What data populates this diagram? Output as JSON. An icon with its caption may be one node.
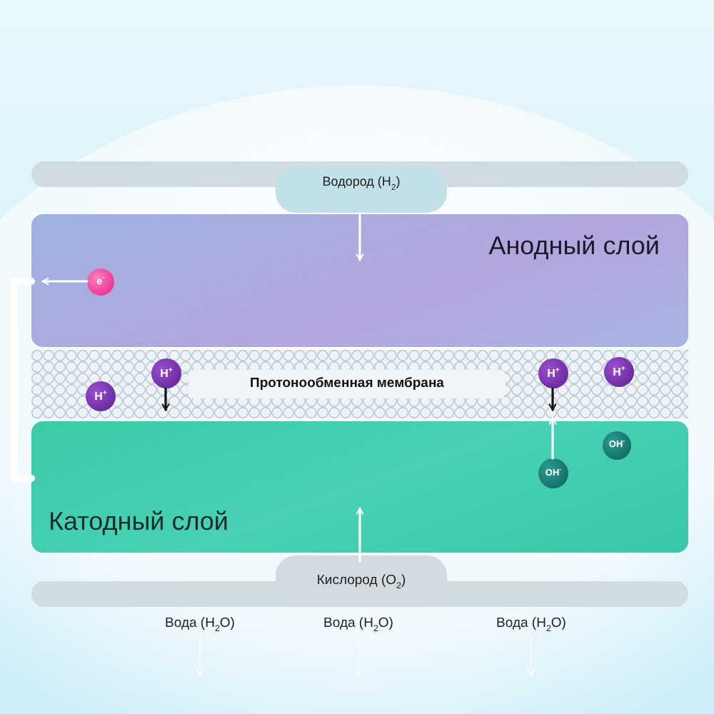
{
  "diagram": {
    "nodes": [
      {
        "text": [
          "Водород (H$_{2}$)"
        ]
      },
      {
        "text": [
          "Анодный слой"
        ]
      },
      {
        "text": [
          "e$^{-}$"
        ],
        "in": 1
      },
      {
        "text": [
          "Протонообменная мембрана"
        ]
      },
      {
        "text": [
          "H$^{+}$"
        ],
        "in": 3
      },
      {
        "text": [
          "H$^{+}$"
        ],
        "in": 3
      },
      {
        "text": [
          "H$^{+}$"
        ],
        "in": 3
      },
      {
        "text": [
          "H$^{+}$"
        ],
        "in": 3
      },
      {
        "text": [
          "Катодный слой"
        ]
      },
      {
        "text": [
          "OH$^{-}$"
        ],
        "in": 8
      },
      {
        "text": [
          "OH$^{-}$"
        ],
        "in": 8
      },
      {
        "text": [
          "Кислород (O$_{2}$)"
        ]
      },
      {
        "text": [
          "Вода (H$_{2}$O)"
        ]
      },
      {
        "text": [
          "Вода (H$_{2}$O)"
        ]
      },
      {
        "text": [
          "Вода (H$_{2}$O)"
        ]
      },
      {
        "text": [],
        "shape": "bar"
      },
      {
        "text": [],
        "shape": "bar"
      }
    ],
    "edges": [
      {
        "from": 0,
        "to": 1,
        "arrow": "to"
      },
      {
        "from": 2,
        "to": null,
        "arrow": "to"
      },
      {
        "from": 1,
        "to": 8,
        "arrow": "none",
        "style": "thick"
      },
      {
        "from": 5,
        "to": null,
        "arrow": "to",
        "color": "#111111"
      },
      {
        "from": 6,
        "to": null,
        "arrow": "to",
        "color": "#111111"
      },
      {
        "from": 9,
        "to": 3,
        "arrow": "to"
      },
      {
        "from": 11,
        "to": 8,
        "arrow": "to"
      },
      {
        "from": 12,
        "to": null,
        "arrow": "to",
        "style": "dashed"
      },
      {
        "from": 13,
        "to": null,
        "arrow": "to",
        "style": "dashed"
      },
      {
        "from": 14,
        "to": null,
        "arrow": "to",
        "style": "dashed"
      }
    ]
  }
}
